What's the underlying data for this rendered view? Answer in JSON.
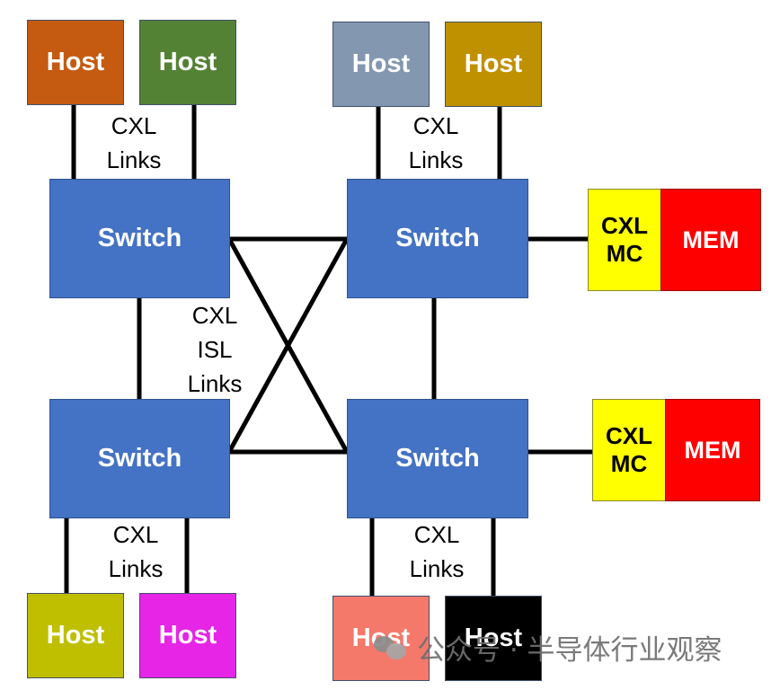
{
  "colors": {
    "switch": "#4472c4",
    "cxl_mc": "#ffff00",
    "mem": "#ff0000",
    "line": "#000000"
  },
  "hosts": [
    {
      "label": "Host",
      "color": "#c55a11"
    },
    {
      "label": "Host",
      "color": "#548235"
    },
    {
      "label": "Host",
      "color": "#8497b0"
    },
    {
      "label": "Host",
      "color": "#bf9000"
    },
    {
      "label": "Host",
      "color": "#bfbf00"
    },
    {
      "label": "Host",
      "color": "#e625e6"
    },
    {
      "label": "Host",
      "color": "#f4796b"
    },
    {
      "label": "Host",
      "color": "#000000"
    }
  ],
  "switches": [
    {
      "label": "Switch"
    },
    {
      "label": "Switch"
    },
    {
      "label": "Switch"
    },
    {
      "label": "Switch"
    }
  ],
  "memory_devices": [
    {
      "mc_line1": "CXL",
      "mc_line2": "MC",
      "mem": "MEM"
    },
    {
      "mc_line1": "CXL",
      "mc_line2": "MC",
      "mem": "MEM"
    }
  ],
  "link_labels": {
    "top_left": {
      "line1": "CXL",
      "line2": "Links"
    },
    "top_right": {
      "line1": "CXL",
      "line2": "Links"
    },
    "isl": {
      "line1": "CXL",
      "line2": "ISL",
      "line3": "Links"
    },
    "bottom_left": {
      "line1": "CXL",
      "line2": "Links"
    },
    "bottom_right": {
      "line1": "CXL",
      "line2": "Links"
    }
  },
  "watermark": {
    "text": "公众号 · 半导体行业观察"
  }
}
